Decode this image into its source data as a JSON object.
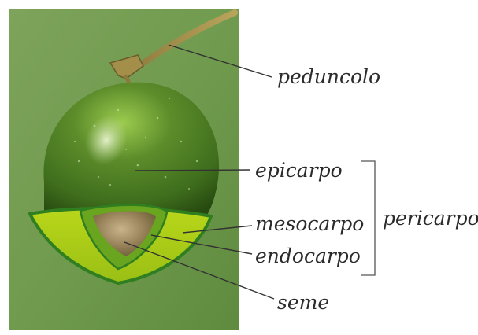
{
  "labels": {
    "peduncolo": "peduncolo",
    "epicarpo": "epicarpo",
    "mesocarpo": "mesocarpo",
    "endocarpo": "endocarpo",
    "seme": "seme",
    "pericarpo": "pericarpo"
  },
  "colors": {
    "background_panel": "#6f9a4e",
    "olive_skin": "#4f7d26",
    "pulp": "#a9c917",
    "pulp_outline": "#2f7f21",
    "stone_ring": "#66a81c",
    "seed": "#8b7650",
    "stem": "#a38f49",
    "leader_lines": "#333333"
  }
}
